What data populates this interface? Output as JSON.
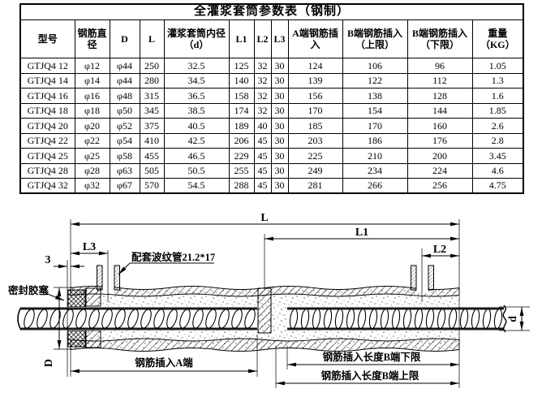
{
  "table": {
    "title": "全灌浆套筒参数表（钢制）",
    "headers": [
      "型号",
      "钢筋直径",
      "D",
      "L",
      "灌浆套筒内径（d）",
      "L1",
      "L2",
      "L3",
      "A端钢筋插入",
      "B端钢筋插入（上限）",
      "B端钢筋插入（下限）",
      "重量（KG）"
    ],
    "rows": [
      [
        "GTJQ4 12",
        "φ12",
        "φ44",
        "250",
        "32.5",
        "125",
        "32",
        "30",
        "124",
        "106",
        "96",
        "1.05"
      ],
      [
        "GTJQ4 14",
        "φ14",
        "φ44",
        "280",
        "34.5",
        "140",
        "32",
        "30",
        "139",
        "122",
        "112",
        "1.3"
      ],
      [
        "GTJQ4 16",
        "φ16",
        "φ48",
        "315",
        "36.5",
        "158",
        "32",
        "30",
        "156",
        "138",
        "128",
        "1.6"
      ],
      [
        "GTJQ4 18",
        "φ18",
        "φ50",
        "345",
        "38.5",
        "174",
        "32",
        "30",
        "170",
        "154",
        "144",
        "1.85"
      ],
      [
        "GTJQ4 20",
        "φ20",
        "φ52",
        "375",
        "40.5",
        "189",
        "40",
        "30",
        "185",
        "170",
        "160",
        "2.6"
      ],
      [
        "GTJQ4 22",
        "φ22",
        "φ54",
        "410",
        "42.5",
        "206",
        "45",
        "30",
        "203",
        "186",
        "176",
        "2.8"
      ],
      [
        "GTJQ4 25",
        "φ25",
        "φ58",
        "455",
        "46.5",
        "229",
        "45",
        "30",
        "225",
        "210",
        "200",
        "3.45"
      ],
      [
        "GTJQ4 28",
        "φ28",
        "φ63",
        "505",
        "50.5",
        "255",
        "45",
        "30",
        "249",
        "234",
        "224",
        "4.6"
      ],
      [
        "GTJQ4 32",
        "φ32",
        "φ67",
        "570",
        "54.5",
        "288",
        "45",
        "30",
        "281",
        "266",
        "256",
        "4.75"
      ]
    ]
  },
  "diagram": {
    "dims": {
      "L": "L",
      "L1": "L1",
      "L2": "L2",
      "L3": "L3",
      "gap": "3",
      "D": "D",
      "d": "d"
    },
    "labels": {
      "seal_plug": "密封胶塞",
      "corrugated_pipe": "配套波纹管21.2*17",
      "insert_a": "钢筋插入A端",
      "insert_b_lower": "钢筋插入长度B端下限",
      "insert_b_upper": "钢筋插入长度B端上限"
    }
  }
}
